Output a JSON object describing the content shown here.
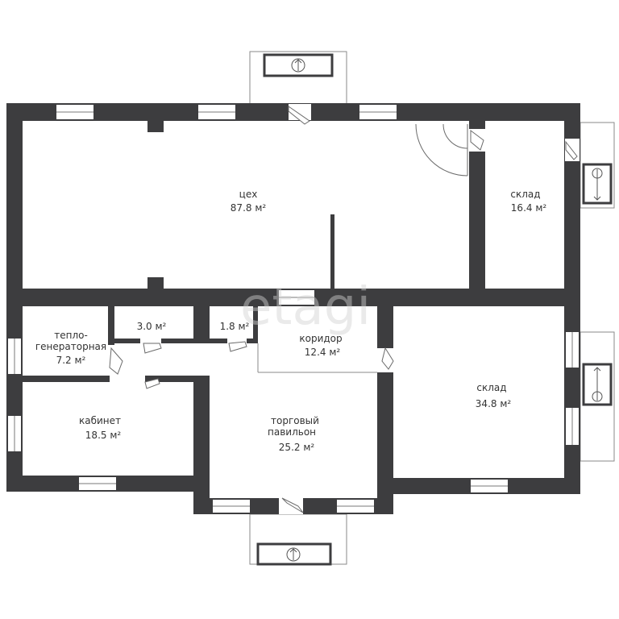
{
  "watermark": "etagi",
  "rooms": {
    "tsekh": {
      "name": "цех",
      "area": "87.8 м²"
    },
    "sklad_small": {
      "name": "склад",
      "area": "16.4 м²"
    },
    "teplo": {
      "name_line1": "тепло-",
      "name_line2": "генераторная",
      "area": "7.2 м²"
    },
    "room_3": {
      "area": "3.0 м²"
    },
    "room_1_8": {
      "area": "1.8 м²"
    },
    "koridor": {
      "name": "коридор",
      "area": "12.4 м²"
    },
    "sklad_big": {
      "name": "склад",
      "area": "34.8 м²"
    },
    "kabinet": {
      "name": "кабинет",
      "area": "18.5 м²"
    },
    "pavilion": {
      "name_line1": "торговый",
      "name_line2": "павильон",
      "area": "25.2 м²"
    }
  }
}
